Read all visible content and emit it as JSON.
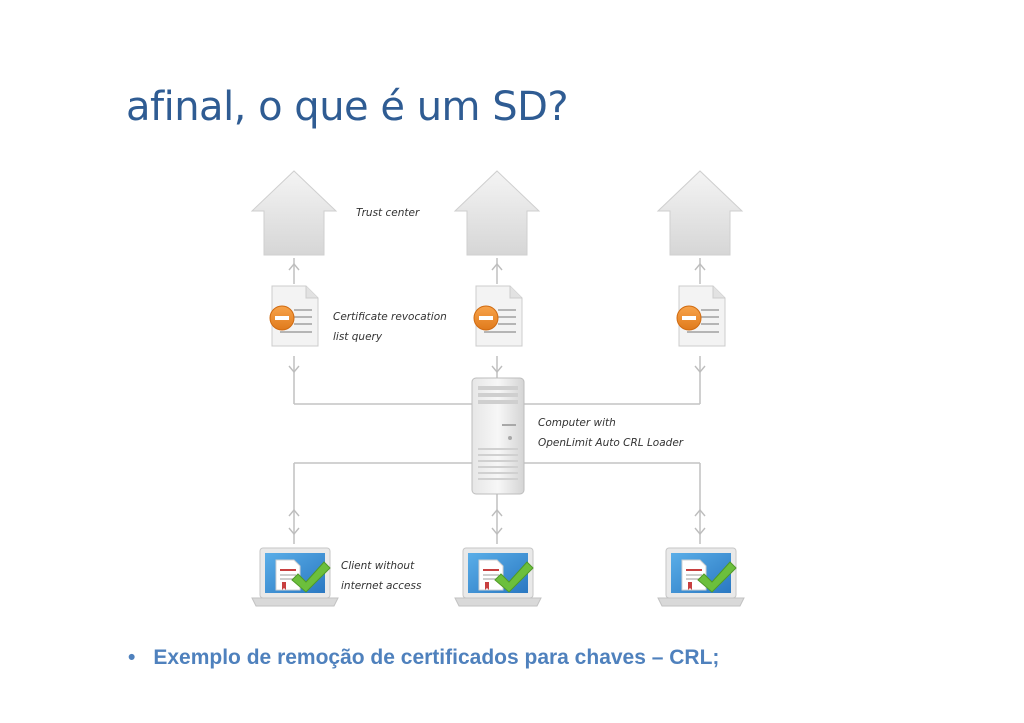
{
  "slide": {
    "title": "afinal, o que é um SD?",
    "bullet": "Exemplo de remoção de certificados para chaves – CRL;"
  },
  "diagram": {
    "labels": {
      "trust_center": "Trust center",
      "crl_line1": "Certificate revocation",
      "crl_line2": "list query",
      "computer_line1": "Computer with",
      "computer_line2": "OpenLimit Auto CRL Loader",
      "client_line1": "Client without",
      "client_line2": "internet access"
    },
    "icons": [
      "house-icon",
      "document-icon",
      "minus-badge-icon",
      "server-tower-icon",
      "laptop-icon",
      "checkmark-icon"
    ],
    "colors": {
      "title": "#2f5c93",
      "bullet": "#4f81bd",
      "minus_badge": "#f08a2c",
      "checkmark": "#6cbf3c",
      "screen": "#3a8fd6",
      "lines": "#bfbfbf"
    }
  }
}
